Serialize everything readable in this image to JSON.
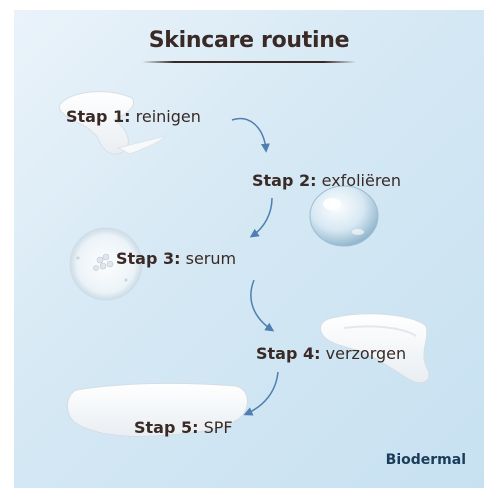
{
  "title": "Skincare routine",
  "steps": [
    {
      "label": "Stap 1:",
      "text": "reinigen"
    },
    {
      "label": "Stap 2:",
      "text": "exfoliëren"
    },
    {
      "label": "Stap 3:",
      "text": "serum"
    },
    {
      "label": "Stap 4:",
      "text": "verzorgen"
    },
    {
      "label": "Stap 5:",
      "text": "SPF"
    }
  ],
  "brand": "Biodermal",
  "colors": {
    "title": "#3a2a26",
    "arrow": "#4f7fb0",
    "brand": "#1b3c5a"
  }
}
